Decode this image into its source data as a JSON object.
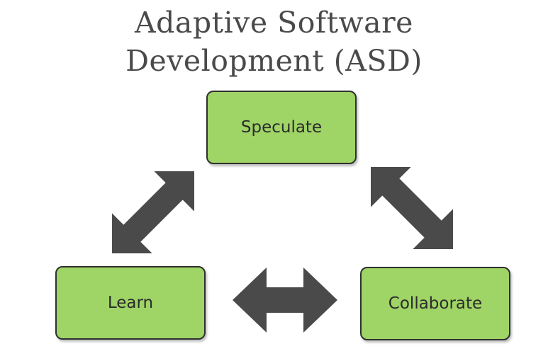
{
  "diagram": {
    "title_line1": "Adaptive Software",
    "title_line2": "Development (ASD)",
    "nodes": {
      "speculate": "Speculate",
      "learn": "Learn",
      "collaborate": "Collaborate"
    },
    "colors": {
      "node_fill": "#9fd466",
      "node_border": "#2f2f2f",
      "arrow": "#4a4a4a",
      "title_text": "#4a4a4a"
    },
    "edges": [
      {
        "from": "speculate",
        "to": "learn",
        "direction": "bidirectional"
      },
      {
        "from": "learn",
        "to": "collaborate",
        "direction": "bidirectional"
      },
      {
        "from": "collaborate",
        "to": "speculate",
        "direction": "bidirectional"
      }
    ]
  }
}
